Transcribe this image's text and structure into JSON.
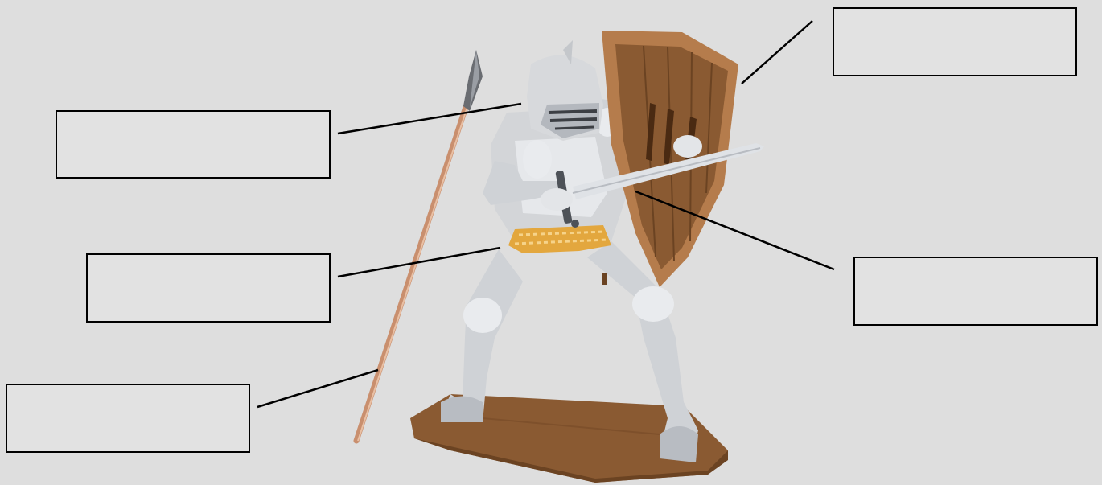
{
  "diagram": {
    "colors": {
      "background": "#dedede",
      "armor": "#d3d5d8",
      "armor_shade": "#a9adb3",
      "wood": "#8a5a32",
      "wood_dark": "#5a3518",
      "chainmail": "#e3a73e",
      "leader_line": "#000000"
    },
    "labels": [
      {
        "id": "helmet",
        "text": ""
      },
      {
        "id": "chainmail",
        "text": ""
      },
      {
        "id": "spear",
        "text": ""
      },
      {
        "id": "shield",
        "text": ""
      },
      {
        "id": "sword",
        "text": ""
      }
    ]
  }
}
